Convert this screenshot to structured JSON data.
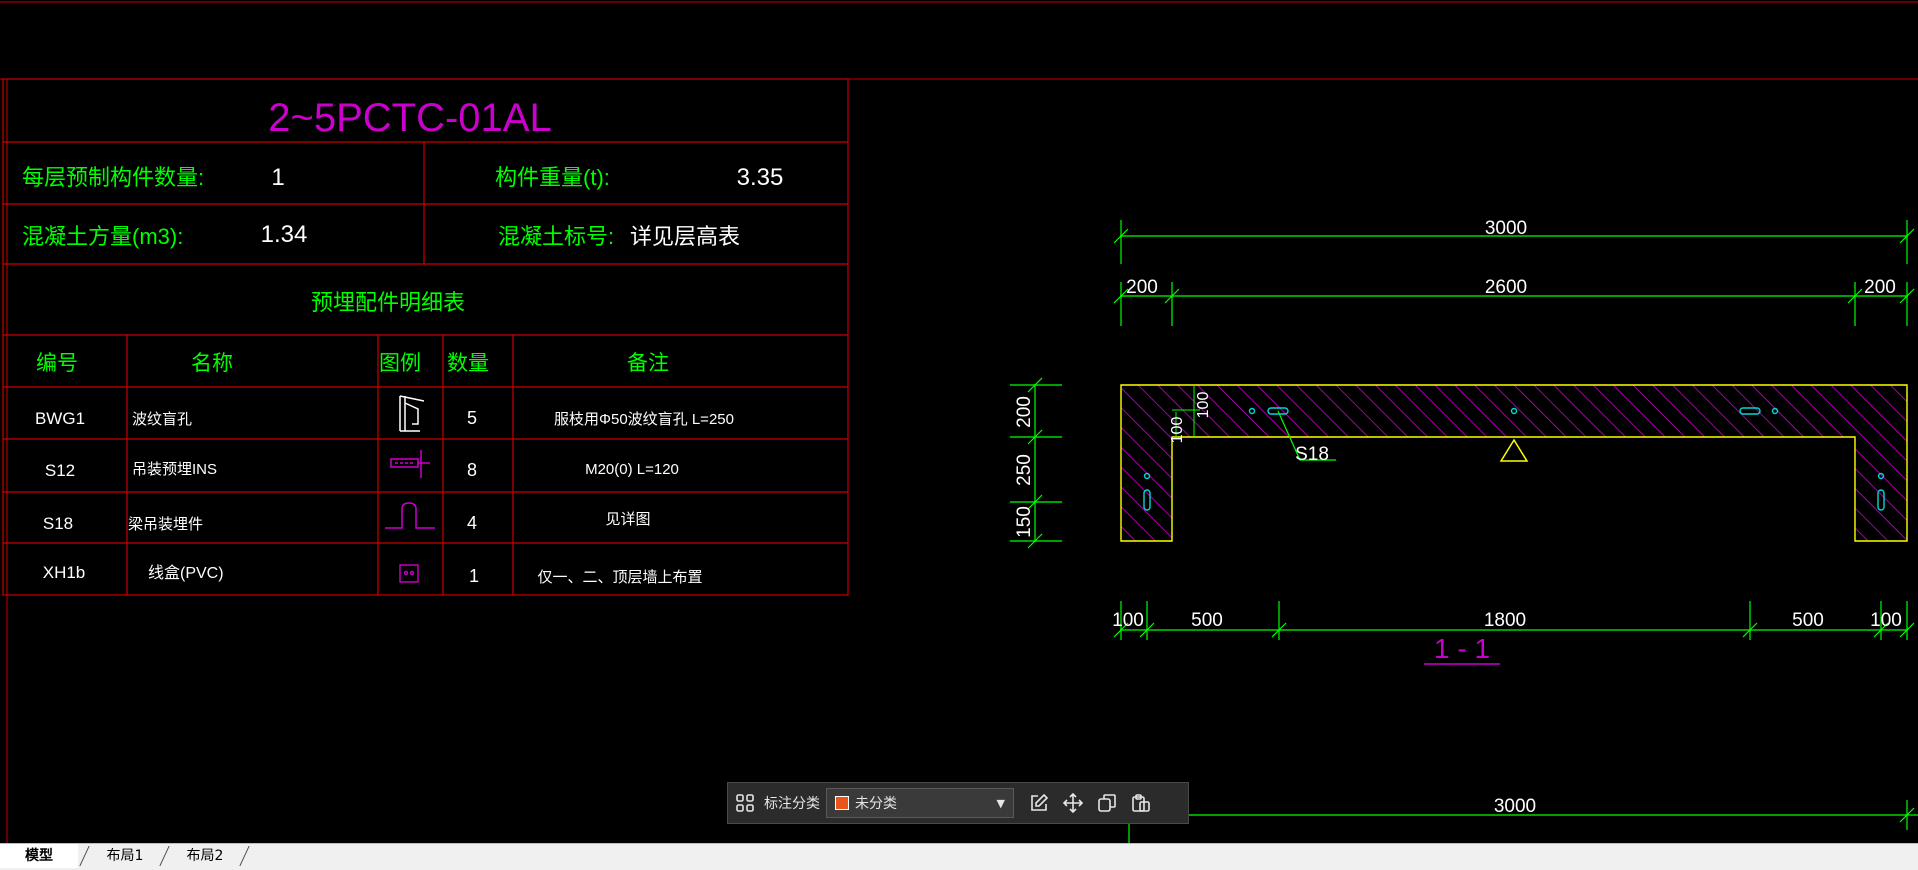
{
  "drawing": {
    "part_title": "2~5PCTC-01AL",
    "info": {
      "qty_per_floor_label": "每层预制构件数量:",
      "qty_per_floor_value": "1",
      "weight_label": "构件重量(t):",
      "weight_value": "3.35",
      "concrete_volume_label": "混凝土方量(m3):",
      "concrete_volume_value": "1.34",
      "concrete_grade_label": "混凝土标号:",
      "concrete_grade_value": "详见层高表"
    },
    "embedded_table": {
      "title": "预埋配件明细表",
      "headers": [
        "编号",
        "名称",
        "图例",
        "数量",
        "备注"
      ],
      "rows": [
        {
          "code": "BWG1",
          "name": "波纹盲孔",
          "legend_icon": "corrugated-duct-icon",
          "qty": "5",
          "note": "服枝用Φ50波纹盲孔 L=250"
        },
        {
          "code": "S12",
          "name": "吊装预埋INS",
          "legend_icon": "lifting-insert-icon",
          "qty": "8",
          "note": "M20(0) L=120"
        },
        {
          "code": "S18",
          "name": "梁吊装埋件",
          "legend_icon": "lifting-loop-icon",
          "qty": "4",
          "note": "见详图"
        },
        {
          "code": "XH1b",
          "name": "线盒(PVC)",
          "legend_icon": "junction-box-icon",
          "qty": "1",
          "note": "仅一、二、顶层墙上布置"
        }
      ]
    },
    "section": {
      "overall_width": "3000",
      "segment_top": [
        "200",
        "2600",
        "200"
      ],
      "heights": [
        "200",
        "250",
        "150"
      ],
      "inner_dims": [
        "100",
        "100"
      ],
      "embed_label": "S18",
      "segment_bottom": [
        "100",
        "500",
        "1800",
        "500",
        "100"
      ],
      "section_label": "1 - 1",
      "lower_dim": "3000"
    },
    "colors": {
      "green": "#00ff00",
      "magenta": "#cc00cc",
      "red_border": "#cc0000",
      "yellow": "#ffff00",
      "cyan": "#00d8d8"
    }
  },
  "toolbar": {
    "label": "标注分类",
    "select_value": "未分类",
    "swatch_color": "#e8561b",
    "icons": [
      "grid-icon",
      "edit-icon",
      "move-icon",
      "copy-icon",
      "paste-icon"
    ]
  },
  "tabs": [
    "模型",
    "布局1",
    "布局2"
  ]
}
